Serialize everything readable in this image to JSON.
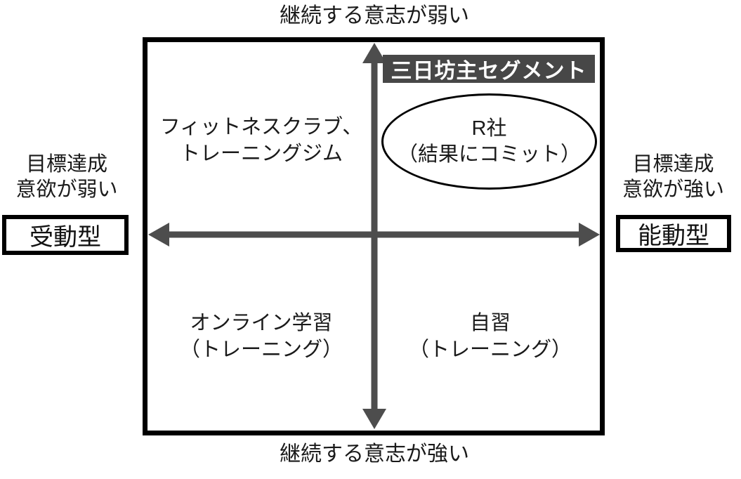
{
  "colors": {
    "arrow": "#4d4d4d",
    "segment_bg": "#474747",
    "segment_text": "#ffffff",
    "frame": "#000000"
  },
  "axis": {
    "top_label": "継続する意志が弱い",
    "bottom_label": "継続する意志が強い",
    "left": {
      "caption_line1": "目標達成",
      "caption_line2": "意欲が弱い",
      "box_label": "受動型"
    },
    "right": {
      "caption_line1": "目標達成",
      "caption_line2": "意欲が強い",
      "box_label": "能動型"
    }
  },
  "segment": {
    "label": "三日坊主セグメント"
  },
  "ellipse": {
    "line1": "R社",
    "line2": "（結果にコミット）"
  },
  "quadrants": {
    "top_left": {
      "line1": "フィットネスクラブ、",
      "line2": "トレーニングジム"
    },
    "bottom_left": {
      "line1": "オンライン学習",
      "line2": "（トレーニング）"
    },
    "bottom_right": {
      "line1": "自習",
      "line2": "（トレーニング）"
    }
  }
}
